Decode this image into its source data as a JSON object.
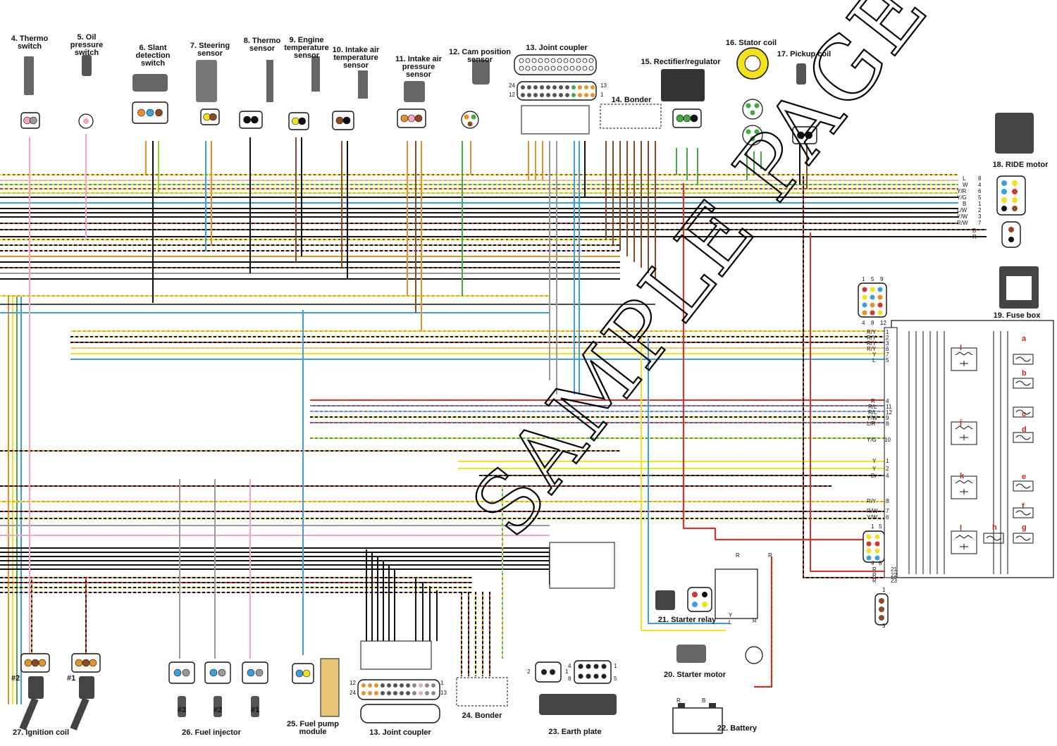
{
  "watermark": "SAMPLE PAGE",
  "components": {
    "c4": [
      "4. Thermo",
      "switch"
    ],
    "c5": [
      "5. Oil",
      "pressure",
      "switch"
    ],
    "c6": [
      "6. Slant",
      "detection",
      "switch"
    ],
    "c7": [
      "7. Steering",
      "sensor"
    ],
    "c8": [
      "8. Thermo",
      "sensor"
    ],
    "c9": [
      "9. Engine",
      "temperature",
      "sensor"
    ],
    "c10": [
      "10. Intake air",
      "temperature",
      "sensor"
    ],
    "c11": [
      "11. Intake air",
      "pressure",
      "sensor"
    ],
    "c12": [
      "12. Cam position",
      "sensor"
    ],
    "c13top": [
      "13. Joint coupler"
    ],
    "c14": [
      "14. Bonder"
    ],
    "c15": [
      "15. Rectifier/regulator"
    ],
    "c16": [
      "16. Stator coil"
    ],
    "c17": [
      "17. Pickup coil"
    ],
    "c18": [
      "18. RIDE motor"
    ],
    "c19": [
      "19. Fuse box"
    ],
    "c20": [
      "20. Starter motor"
    ],
    "c21": [
      "21. Starter relay"
    ],
    "c22": [
      "22. Battery"
    ],
    "c23": [
      "23. Earth plate"
    ],
    "c24": [
      "24. Bonder"
    ],
    "c25": [
      "25. Fuel pump",
      "module"
    ],
    "c26": [
      "26. Fuel injector"
    ],
    "c13bot": [
      "13. Joint coupler"
    ],
    "c27": [
      "27. Ignition coil"
    ]
  },
  "markers": {
    "ign2": "#2",
    "ign1": "#1",
    "inj3": "#3",
    "inj2": "#2",
    "inj1": "#1"
  },
  "fuses": [
    "a",
    "b",
    "c",
    "d",
    "e",
    "f",
    "g",
    "h"
  ],
  "relays": [
    "I",
    "j",
    "k",
    "l"
  ],
  "pin_labels": {
    "jc_top_left": [
      "24",
      "12"
    ],
    "jc_top_right": [
      "13",
      "1"
    ],
    "jc_bot_left": [
      "12",
      "24"
    ],
    "jc_bot_right": [
      "1",
      "13"
    ],
    "fuse_conn_top": [
      "1",
      "5",
      "9"
    ],
    "fuse_conn_bottom": [
      "4",
      "8",
      "12"
    ],
    "lower_conn_top": [
      "1",
      "5"
    ],
    "lower_conn_bottom": [
      "4",
      "8"
    ],
    "small_conn": [
      "1",
      "3"
    ],
    "earth_conn_2": [
      "2",
      "1"
    ],
    "earth_conn_8": [
      "4",
      "1",
      "8",
      "5"
    ]
  },
  "ride_wires": [
    "L",
    "W",
    "Y/R",
    "Y/G",
    "B",
    "L/W",
    "Y/W",
    "R/W"
  ],
  "ride_pins": [
    "8",
    "4",
    "6",
    "5",
    "1",
    "2",
    "3",
    "7"
  ],
  "ride_lower": [
    "B",
    "R"
  ],
  "fuse_box_upper": [
    {
      "wire": "R/Y",
      "pin": "1"
    },
    {
      "wire": "R/Y",
      "pin": "2"
    },
    {
      "wire": "R/Y",
      "pin": "3"
    },
    {
      "wire": "R/Y",
      "pin": "6"
    },
    {
      "wire": "Y",
      "pin": "7"
    },
    {
      "wire": "L",
      "pin": "5"
    }
  ],
  "fuse_box_mid": [
    {
      "wire": "R",
      "pin": "4"
    },
    {
      "wire": "R/L",
      "pin": "11"
    },
    {
      "wire": "R/L",
      "pin": "12"
    },
    {
      "wire": "Y/W",
      "pin": "9"
    },
    {
      "wire": "L/R",
      "pin": "8"
    },
    {
      "wire": "Y/G",
      "pin": "10"
    }
  ],
  "fuse_box_lower": [
    {
      "wire": "Y",
      "pin": "1"
    },
    {
      "wire": "Y",
      "pin": "2"
    },
    {
      "wire": "Br",
      "pin": "4"
    },
    {
      "wire": "R/Y",
      "pin": "8"
    },
    {
      "wire": "R/W",
      "pin": "7"
    },
    {
      "wire": "Y/W",
      "pin": "6"
    },
    {
      "wire": "R",
      "pin": "21"
    },
    {
      "wire": "R",
      "pin": "22"
    },
    {
      "wire": "R",
      "pin": "23"
    }
  ],
  "starter_relay_wires": [
    "R",
    "R",
    "R",
    "Y",
    "L"
  ],
  "battery_terms": [
    "R",
    "B"
  ],
  "colors": {
    "orange": "#e8912a",
    "blue": "#3c9fe0",
    "yellow": "#f1e21b",
    "green": "#45a845",
    "red": "#d8332c",
    "brown": "#8b4b22",
    "pink": "#f0a6c4",
    "black": "#111111",
    "grey": "#9a9a9a",
    "lightgreen": "#9ccb3b"
  }
}
